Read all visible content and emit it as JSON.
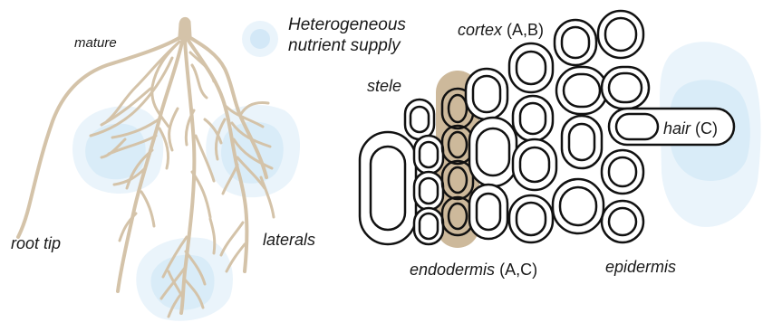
{
  "labels": {
    "mature": "mature",
    "supply_line1": "Heterogeneous",
    "supply_line2": "nutrient supply",
    "root_tip": "root tip",
    "laterals": "laterals",
    "cortex": "cortex",
    "cortex_tag": "(A,B)",
    "stele": "stele",
    "endodermis": "endodermis",
    "endodermis_tag": "(A,C)",
    "epidermis": "epidermis",
    "hair": "hair",
    "hair_tag": "(C)"
  },
  "colors": {
    "root": "#d4c3a9",
    "nutrient_light": "#eaf4fb",
    "nutrient_mid": "#d9ecf8",
    "endodermis_band": "#cdb99b",
    "cell_outline": "#111111"
  }
}
